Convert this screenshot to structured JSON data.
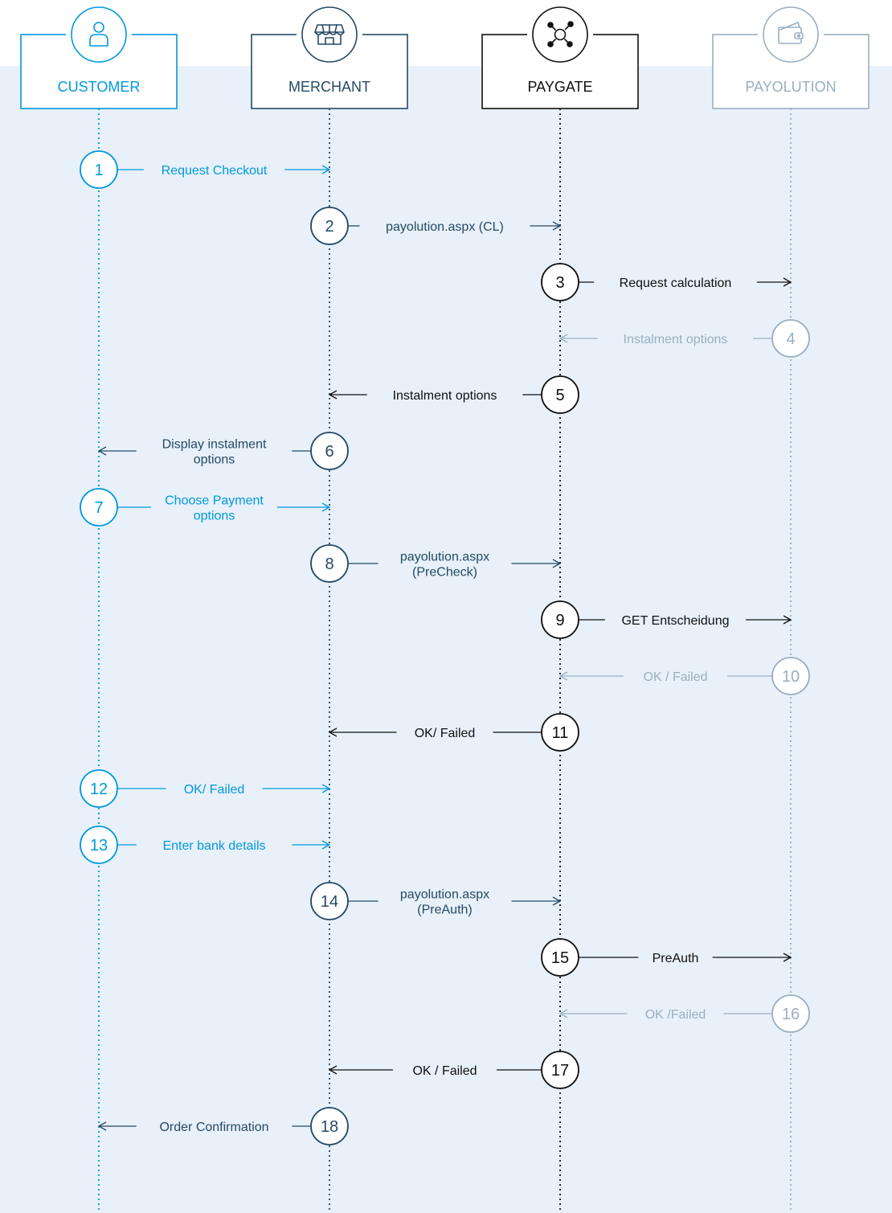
{
  "colors": {
    "background_band": "#e8f0f9",
    "page": "#ffffff",
    "customer": "#0099dd",
    "merchant": "#244a66",
    "paygate": "#111111",
    "payolution": "#9aafc2"
  },
  "actors": [
    {
      "id": "customer",
      "label": "CUSTOMER",
      "icon": "person-icon"
    },
    {
      "id": "merchant",
      "label": "MERCHANT",
      "icon": "storefront-icon"
    },
    {
      "id": "paygate",
      "label": "PAYGATE",
      "icon": "network-hub-icon"
    },
    {
      "id": "payolution",
      "label": "PAYOLUTION",
      "icon": "wallet-icon"
    }
  ],
  "steps": [
    {
      "num": "1",
      "from": "customer",
      "to": "merchant",
      "label": [
        "Request Checkout"
      ]
    },
    {
      "num": "2",
      "from": "merchant",
      "to": "paygate",
      "label": [
        "payolution.aspx (CL)"
      ]
    },
    {
      "num": "3",
      "from": "paygate",
      "to": "payolution",
      "label": [
        "Request calculation"
      ]
    },
    {
      "num": "4",
      "from": "payolution",
      "to": "paygate",
      "label": [
        "Instalment options"
      ]
    },
    {
      "num": "5",
      "from": "paygate",
      "to": "merchant",
      "label": [
        "Instalment options"
      ]
    },
    {
      "num": "6",
      "from": "merchant",
      "to": "customer",
      "label": [
        "Display instalment",
        "options"
      ]
    },
    {
      "num": "7",
      "from": "customer",
      "to": "merchant",
      "label": [
        "Choose Payment",
        "options"
      ]
    },
    {
      "num": "8",
      "from": "merchant",
      "to": "paygate",
      "label": [
        "payolution.aspx",
        "(PreCheck)"
      ]
    },
    {
      "num": "9",
      "from": "paygate",
      "to": "payolution",
      "label": [
        "GET Entscheidung"
      ]
    },
    {
      "num": "10",
      "from": "payolution",
      "to": "paygate",
      "label": [
        "OK / Failed"
      ]
    },
    {
      "num": "11",
      "from": "paygate",
      "to": "merchant",
      "label": [
        "OK/ Failed"
      ]
    },
    {
      "num": "12",
      "from": "customer",
      "to": "merchant",
      "label": [
        "OK/ Failed"
      ]
    },
    {
      "num": "13",
      "from": "customer",
      "to": "merchant",
      "label": [
        "Enter bank details"
      ]
    },
    {
      "num": "14",
      "from": "merchant",
      "to": "paygate",
      "label": [
        "payolution.aspx",
        "(PreAuth)"
      ]
    },
    {
      "num": "15",
      "from": "paygate",
      "to": "payolution",
      "label": [
        "PreAuth"
      ]
    },
    {
      "num": "16",
      "from": "payolution",
      "to": "paygate",
      "label": [
        "OK /Failed"
      ]
    },
    {
      "num": "17",
      "from": "paygate",
      "to": "merchant",
      "label": [
        "OK / Failed"
      ]
    },
    {
      "num": "18",
      "from": "merchant",
      "to": "customer",
      "label": [
        "Order Confirmation"
      ]
    }
  ]
}
